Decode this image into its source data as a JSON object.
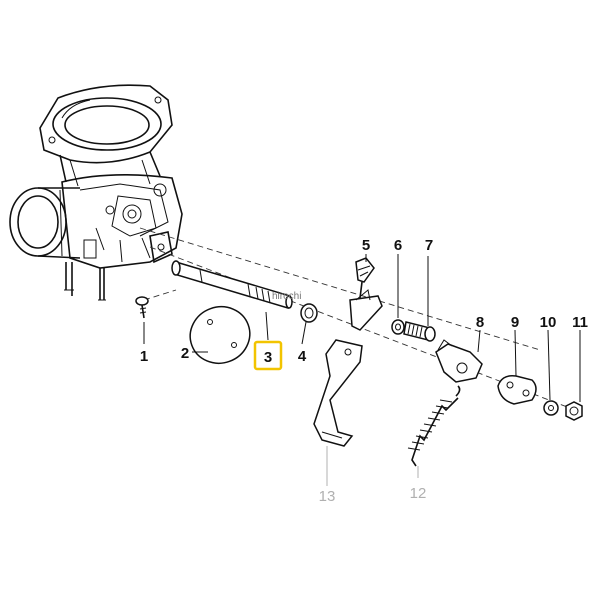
{
  "watermark": "hirochi",
  "callouts": [
    {
      "id": "1",
      "label": "1"
    },
    {
      "id": "2",
      "label": "2"
    },
    {
      "id": "3",
      "label": "3"
    },
    {
      "id": "4",
      "label": "4"
    },
    {
      "id": "5",
      "label": "5"
    },
    {
      "id": "6",
      "label": "6"
    },
    {
      "id": "7",
      "label": "7"
    },
    {
      "id": "8",
      "label": "8"
    },
    {
      "id": "9",
      "label": "9"
    },
    {
      "id": "10",
      "label": "10"
    },
    {
      "id": "11",
      "label": "11"
    },
    {
      "id": "12",
      "label": "12"
    },
    {
      "id": "13",
      "label": "13"
    }
  ],
  "highlight": {
    "callout": "3",
    "color": "#f2c400"
  },
  "colors": {
    "line": "#111111",
    "faded_label": "#b0b0b0",
    "background": "#ffffff"
  }
}
